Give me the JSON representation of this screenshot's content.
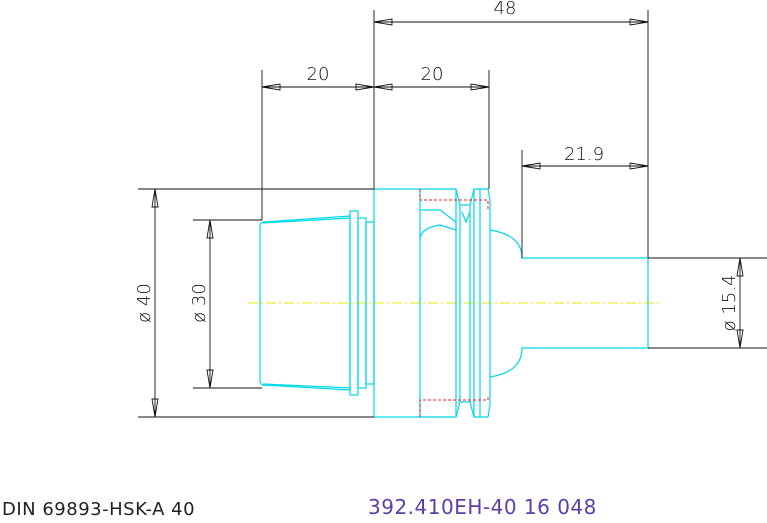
{
  "drawing": {
    "dimensions": {
      "overall_length": "48",
      "taper_length": "20",
      "flange_length": "20",
      "shank_length": "21.9",
      "flange_diameter": "ø 40",
      "taper_diameter": "ø 30",
      "shank_diameter": "ø 15.4"
    },
    "standard_label": "DIN 69893-HSK-A 40",
    "part_number": "392.410EH-40 16 048"
  },
  "colors": {
    "outline": "#00d8e8",
    "dimension": "#111111",
    "centerline": "#e8e800",
    "hidden": "#e02020",
    "part_number": "#5a3fa8"
  }
}
